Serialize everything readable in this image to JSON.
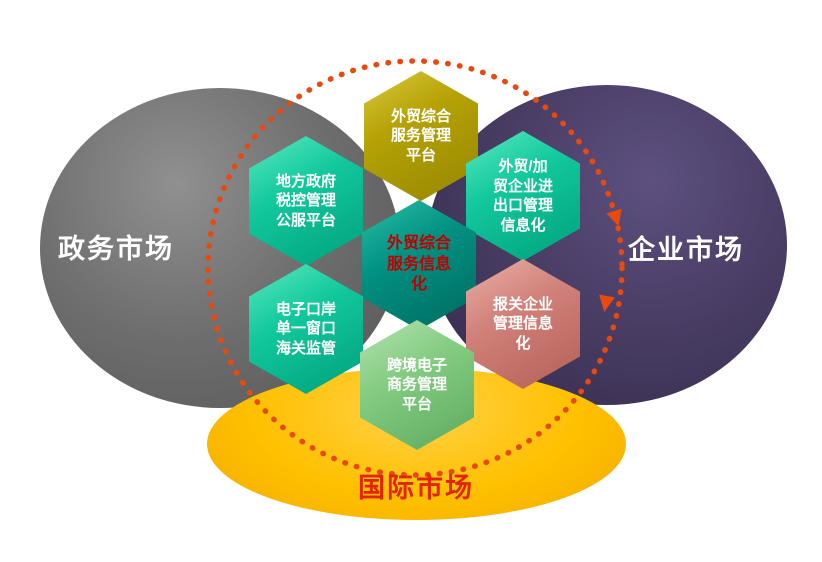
{
  "ellipses": {
    "government": {
      "label": "政务市场",
      "color": "#6e6e6e",
      "text_color": "#ffffff"
    },
    "enterprise": {
      "label": "企业市场",
      "color": "#483c63",
      "text_color": "#ffffff"
    },
    "international": {
      "label": "国际市场",
      "color": "#ffc000",
      "text_color": "#e32400"
    }
  },
  "hexagons": {
    "platform_top": {
      "label": "外贸综合\n服务管理\n平台",
      "color": "#b5a206",
      "text_color": "#ffffff"
    },
    "gov_tax": {
      "label": "地方政府\n税控管理\n公服平台",
      "color": "#12c89c",
      "text_color": "#ffffff"
    },
    "import_export": {
      "label": "外贸/加\n贸企业进\n出口管理\n信息化",
      "color": "#12c89c",
      "text_color": "#ffffff"
    },
    "center": {
      "label": "外贸综合\n服务信息\n化",
      "color": "#019182",
      "text_color": "#c00000"
    },
    "customs": {
      "label": "电子口岸\n单一窗口\n海关监管",
      "color": "#12c89c",
      "text_color": "#ffffff"
    },
    "declaration": {
      "label": "报关企业\n管理信息\n化",
      "color": "#d1827a",
      "text_color": "#ffffff"
    },
    "ecommerce": {
      "label": "跨境电子\n商务管理\n平台",
      "color": "#84cc82",
      "text_color": "#ffffff"
    }
  },
  "accent_colors": {
    "cycle_dots": "#e8490f",
    "connector_dashes": "#ffffff"
  }
}
